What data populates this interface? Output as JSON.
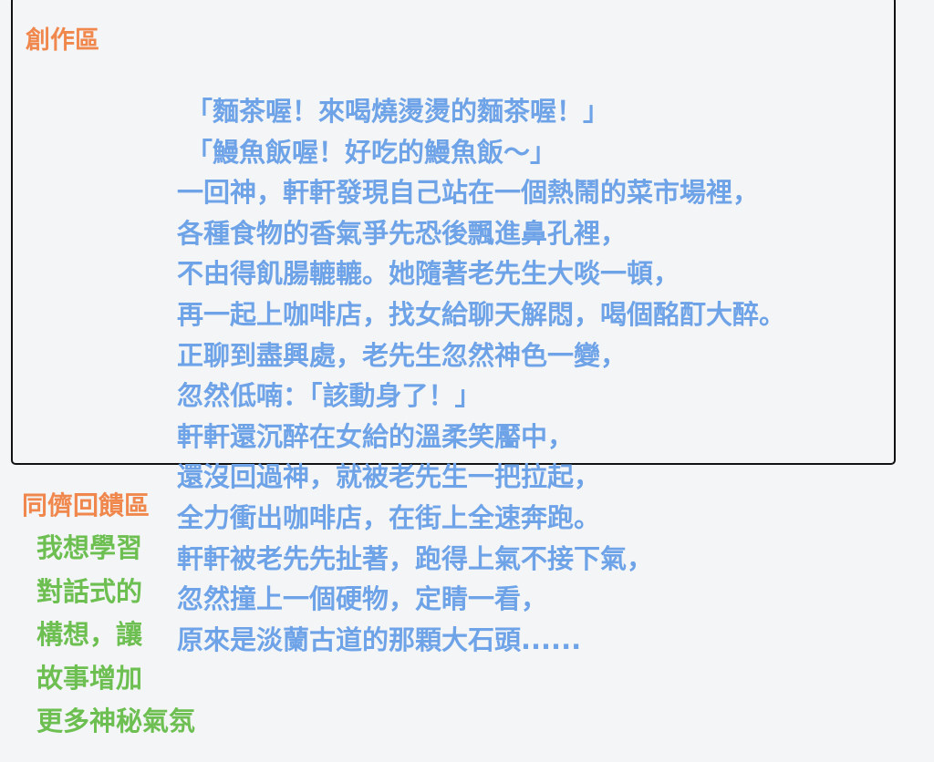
{
  "creation_area": {
    "title": "創作區",
    "lines": [
      "「麵茶喔！來喝燒燙燙的麵茶喔！」",
      "「鰻魚飯喔！好吃的鰻魚飯～」",
      "一回神，軒軒發現自己站在一個熱鬧的菜市場裡，",
      "各種食物的香氣爭先恐後飄進鼻孔裡，",
      "不由得飢腸轆轆。她隨著老先生大啖一頓，",
      "再一起上咖啡店，找女給聊天解悶，喝個酩酊大醉。",
      "正聊到盡興處，老先生忽然神色一變，",
      "忽然低喃：「該動身了！」",
      "軒軒還沉醉在女給的溫柔笑靨中，",
      "還沒回過神，就被老先生一把拉起，",
      "全力衝出咖啡店，在街上全速奔跑。",
      "軒軒被老先先扯著，跑得上氣不接下氣，",
      "忽然撞上一個硬物，定睛一看，",
      "原來是淡蘭古道的那顆大石頭......"
    ]
  },
  "feedback_area": {
    "title": "同儕回饋區",
    "lines": [
      "我想學習",
      "對話式的",
      "構想，讓",
      "故事增加",
      "更多神秘氣氛"
    ]
  },
  "colors": {
    "title": "#f0884e",
    "story": "#6ea3e8",
    "feedback": "#6cbf50"
  }
}
